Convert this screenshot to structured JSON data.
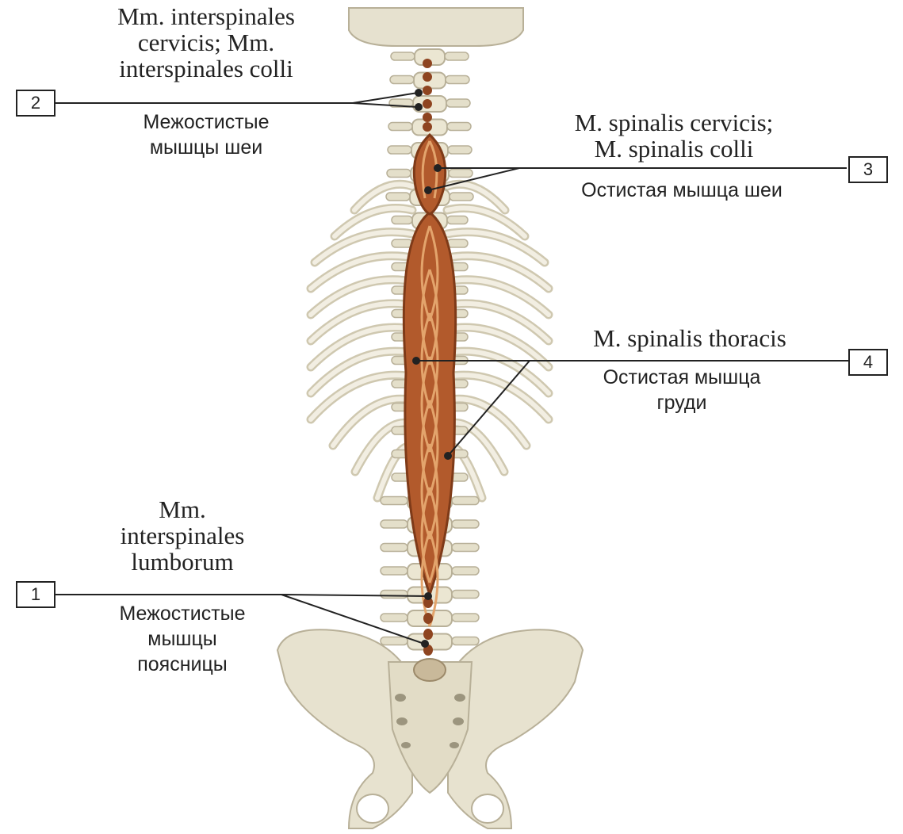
{
  "labels": {
    "l2": {
      "number": "2",
      "latin": [
        "Mm. interspinales",
        "cervicis; Mm.",
        "interspinales colli"
      ],
      "russian": [
        "Межостистые",
        "мышцы шеи"
      ]
    },
    "l3": {
      "number": "3",
      "latin": [
        "M. spinalis cervicis;",
        "M. spinalis colli"
      ],
      "russian": [
        "Остистая мышца шеи"
      ]
    },
    "l4": {
      "number": "4",
      "latin": [
        "M. spinalis thoracis"
      ],
      "russian": [
        "Остистая мышца",
        "груди"
      ]
    },
    "l1": {
      "number": "1",
      "latin": [
        "Mm.",
        "interspinales",
        "lumborum"
      ],
      "russian": [
        "Межостистые",
        "мышцы",
        "поясницы"
      ]
    }
  },
  "colors": {
    "bone": "#ebe6d2",
    "bone_edge": "#b8b098",
    "muscle": "#9a4a22",
    "muscle_light": "#d59a62",
    "leader": "#222222"
  }
}
